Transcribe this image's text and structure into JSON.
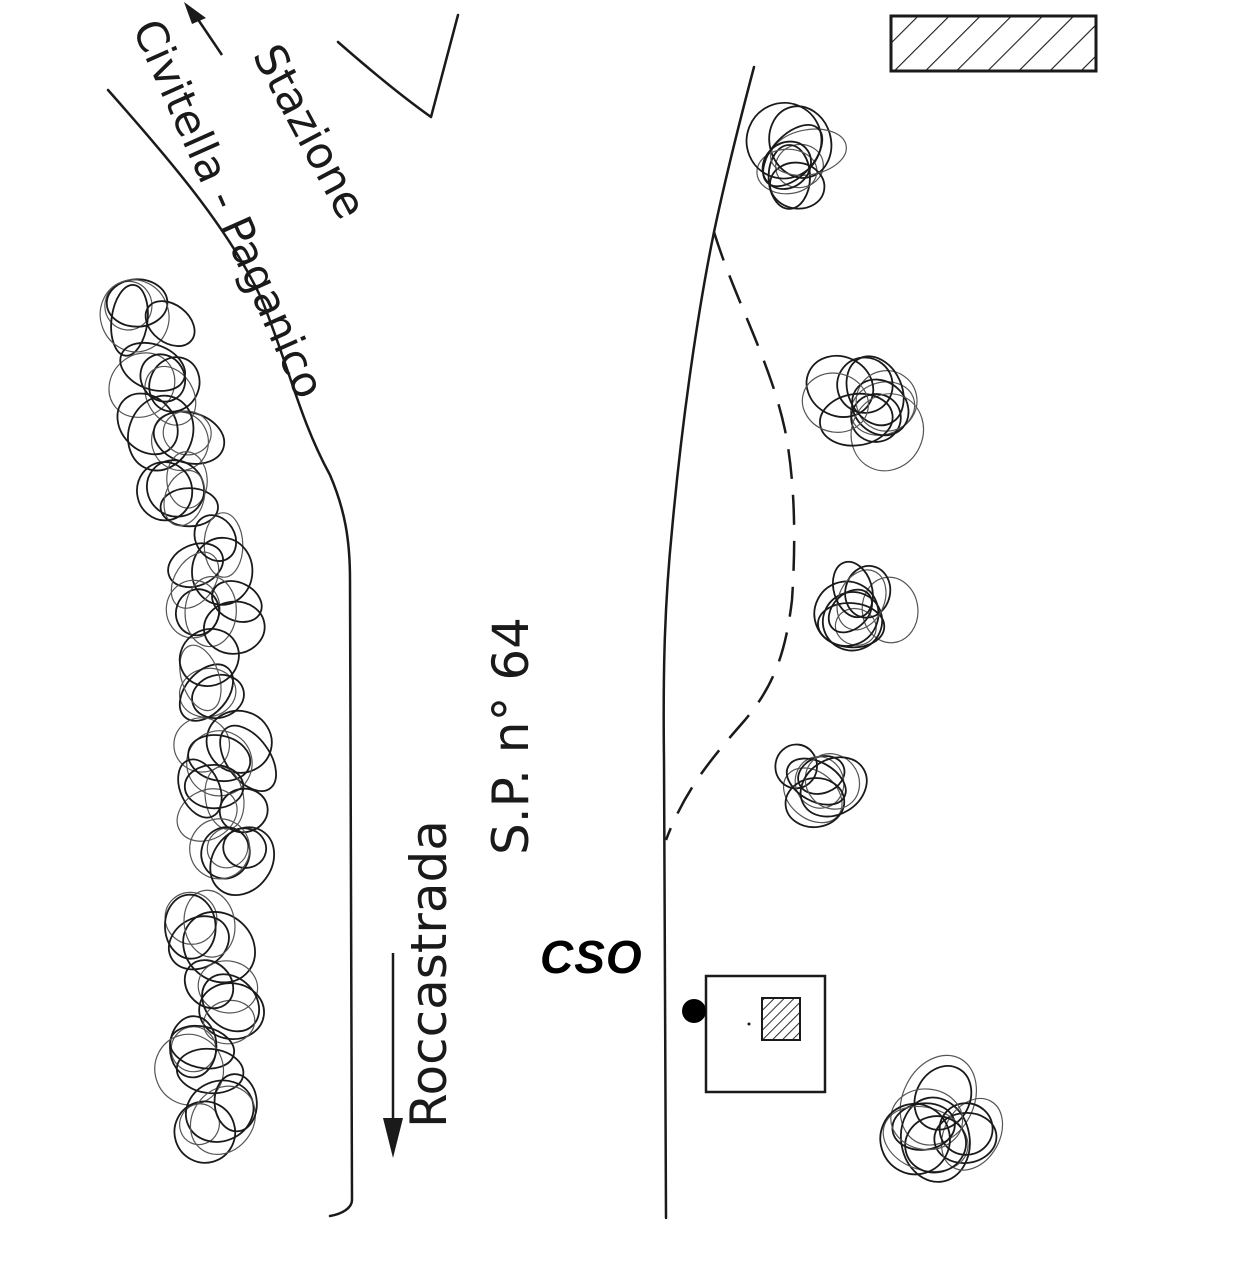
{
  "labels": {
    "top_destination_line1": "Stazione",
    "top_destination_line2": "Civitella - Paganico",
    "road_name": "S.P. n° 64",
    "bottom_destination": "Roccastrada",
    "site_marker": "CSO"
  },
  "colors": {
    "ink": "#1a1a1a",
    "background": "#ffffff",
    "marker": "#000000"
  },
  "icons": {
    "north_arrow": "arrow-up-left-icon",
    "south_arrow": "arrow-down-icon",
    "site_point": "filled-circle-icon",
    "hatched_building": "hatched-rectangle-icon",
    "tree": "scribble-tree-icon"
  }
}
